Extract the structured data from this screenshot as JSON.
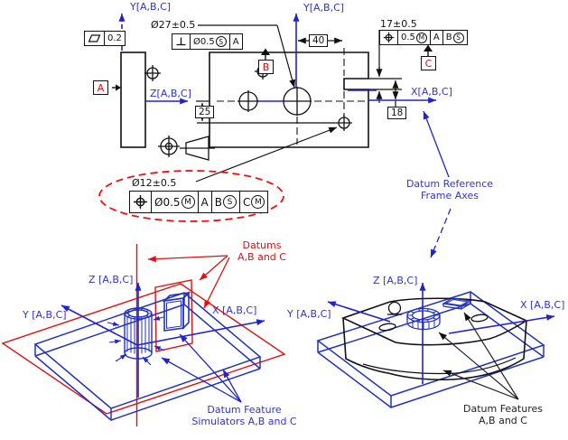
{
  "ortho": {
    "axes": {
      "y_side": "Y[A,B,C]",
      "z_side": "Z[A,B,C]",
      "y_front": "Y[A,B,C]",
      "x_front": "X[A,B,C]"
    },
    "dims": {
      "dia27": "Ø27±0.5",
      "t17": "17±0.5",
      "dia12": "Ø12±0.5",
      "w40": "40",
      "h25": "25",
      "h18": "18"
    },
    "datum_labels": {
      "a": "A",
      "b": "B",
      "c": "C"
    },
    "fcf": {
      "flatness": {
        "tol": "0.2"
      },
      "perp": {
        "tol": "Ø0.5",
        "tol_mod": "S",
        "d1": "A"
      },
      "pos_slot": {
        "tol": "0.5",
        "tol_mod": "M",
        "d1": "A",
        "d2": "B",
        "d2_mod": "S"
      },
      "pos_hole": {
        "tol": "Ø0.5",
        "tol_mod": "M",
        "d1": "A",
        "d2": "B",
        "d2_mod": "S",
        "d3": "C",
        "d3_mod": "M"
      }
    }
  },
  "notes": {
    "drf1": "Datum Reference",
    "drf2": "Frame Axes",
    "datums1": "Datums",
    "datums2": "A,B and C",
    "sim1": "Datum Feature",
    "sim2": "Simulators A,B and C",
    "feat1": "Datum Features",
    "feat2": "A,B and C"
  },
  "left3d": {
    "z": "Z [A,B,C]",
    "y": "Y [A,B,C]",
    "x": "X [A,B,C]"
  },
  "right3d": {
    "z": "Z [A,B,C]",
    "y": "Y [A,B,C]",
    "x": "X [A,B,C]"
  },
  "colors": {
    "axis_blue": "#2323cc",
    "label_blue": "#3333cc",
    "datum_red": "#dd1111",
    "line_black": "#111111"
  }
}
